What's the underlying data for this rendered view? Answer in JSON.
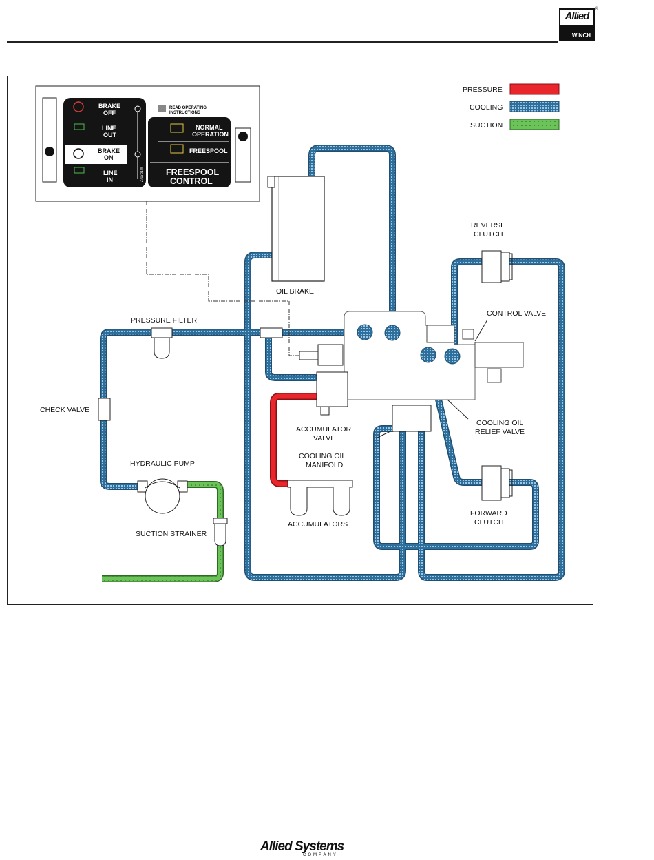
{
  "header": {
    "brand_top": "Allied",
    "brand_bottom": "WINCH",
    "brand_mark": "®"
  },
  "legend": [
    {
      "label": "PRESSURE",
      "color": "#e8262c"
    },
    {
      "label": "COOLING",
      "color": "#2f6f9c"
    },
    {
      "label": "SUCTION",
      "color": "#5cbf4a"
    }
  ],
  "panel": {
    "left_items": [
      {
        "line1": "BRAKE",
        "line2": "OFF"
      },
      {
        "line1": "LINE",
        "line2": "OUT"
      },
      {
        "line1": "BRAKE",
        "line2": "ON"
      },
      {
        "line1": "LINE",
        "line2": "IN"
      }
    ],
    "read_instr_1": "READ OPERATING",
    "read_instr_2": "INSTRUCTIONS",
    "right_items": [
      {
        "line1": "NORMAL",
        "line2": "OPERATION"
      },
      {
        "line1": "FREESPOOL",
        "line2": ""
      }
    ],
    "control_line1": "FREESPOOL",
    "control_line2": "CONTROL",
    "side_code": "271731W"
  },
  "labels": {
    "oil_brake": "OIL BRAKE",
    "pressure_filter": "PRESSURE FILTER",
    "check_valve": "CHECK VALVE",
    "hydraulic_pump": "HYDRAULIC PUMP",
    "suction_strainer": "SUCTION STRAINER",
    "accumulator_valve_1": "ACCUMULATOR",
    "accumulator_valve_2": "VALVE",
    "cooling_manifold_1": "COOLING OIL",
    "cooling_manifold_2": "MANIFOLD",
    "accumulators": "ACCUMULATORS",
    "reverse_clutch_1": "REVERSE",
    "reverse_clutch_2": "CLUTCH",
    "control_valve": "CONTROL VALVE",
    "relief_valve_1": "COOLING OIL",
    "relief_valve_2": "RELIEF VALVE",
    "forward_clutch_1": "FORWARD",
    "forward_clutch_2": "CLUTCH"
  },
  "footer": {
    "logo": "Allied Systems",
    "sub": "COMPANY"
  }
}
